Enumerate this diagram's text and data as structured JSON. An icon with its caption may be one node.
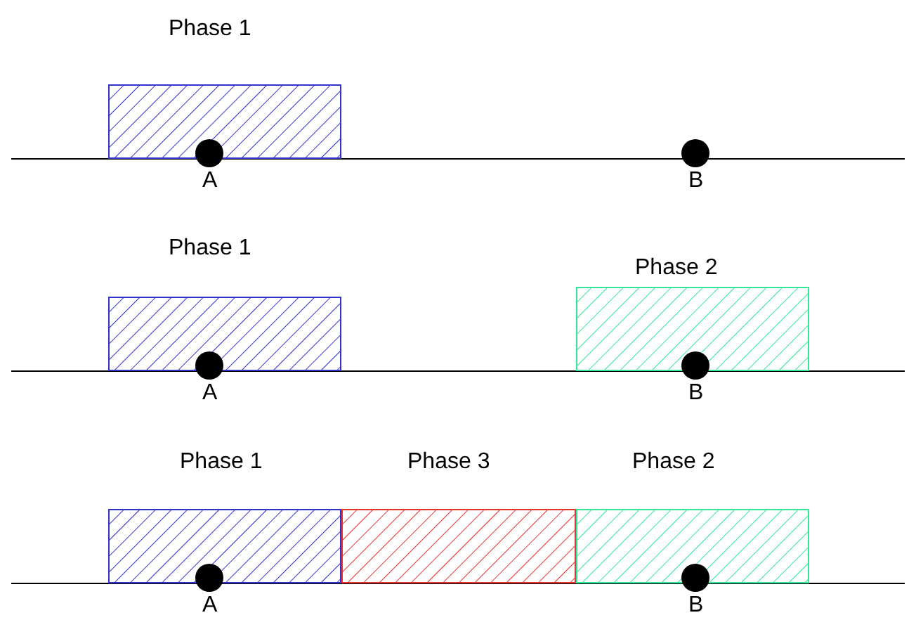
{
  "diagram": {
    "nodes": [
      {
        "text": [
          "Phase 1"
        ]
      },
      {
        "text": [
          "A"
        ]
      },
      {
        "text": [
          "B"
        ]
      },
      {
        "text": [
          "Phase 1"
        ]
      },
      {
        "text": [
          "Phase 2"
        ]
      },
      {
        "text": [
          "A"
        ]
      },
      {
        "text": [
          "B"
        ]
      },
      {
        "text": [
          "Phase 1"
        ]
      },
      {
        "text": [
          "Phase 3"
        ]
      },
      {
        "text": [
          "Phase 2"
        ]
      },
      {
        "text": [
          "A"
        ]
      },
      {
        "text": [
          "B"
        ]
      }
    ]
  }
}
